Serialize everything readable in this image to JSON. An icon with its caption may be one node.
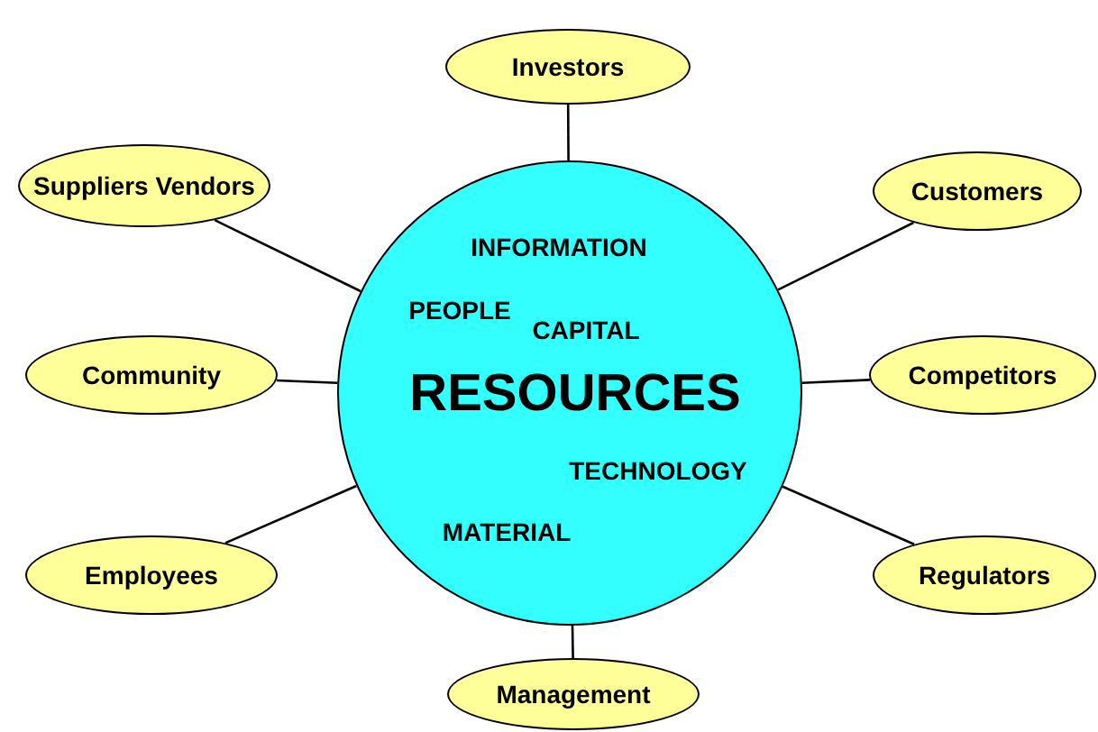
{
  "diagram": {
    "nodes": [
      {
        "text": [
          "INFORMATION",
          "PEOPLE",
          "CAPITAL",
          "RESOURCES",
          "TECHNOLOGY",
          "MATERIAL"
        ]
      },
      {
        "text": [
          "Investors"
        ]
      },
      {
        "text": [
          "Suppliers Vendors"
        ]
      },
      {
        "text": [
          "Customers"
        ]
      },
      {
        "text": [
          "Community"
        ]
      },
      {
        "text": [
          "Competitors"
        ]
      },
      {
        "text": [
          "Employees"
        ]
      },
      {
        "text": [
          "Regulators"
        ]
      },
      {
        "text": [
          "Management"
        ]
      }
    ],
    "edges": [
      {
        "from": 0,
        "to": 1,
        "arrow": "none"
      },
      {
        "from": 0,
        "to": 2,
        "arrow": "none"
      },
      {
        "from": 0,
        "to": 3,
        "arrow": "none"
      },
      {
        "from": 0,
        "to": 4,
        "arrow": "none"
      },
      {
        "from": 0,
        "to": 5,
        "arrow": "none"
      },
      {
        "from": 0,
        "to": 6,
        "arrow": "none"
      },
      {
        "from": 0,
        "to": 7,
        "arrow": "none"
      },
      {
        "from": 0,
        "to": 8,
        "arrow": "none"
      }
    ]
  }
}
